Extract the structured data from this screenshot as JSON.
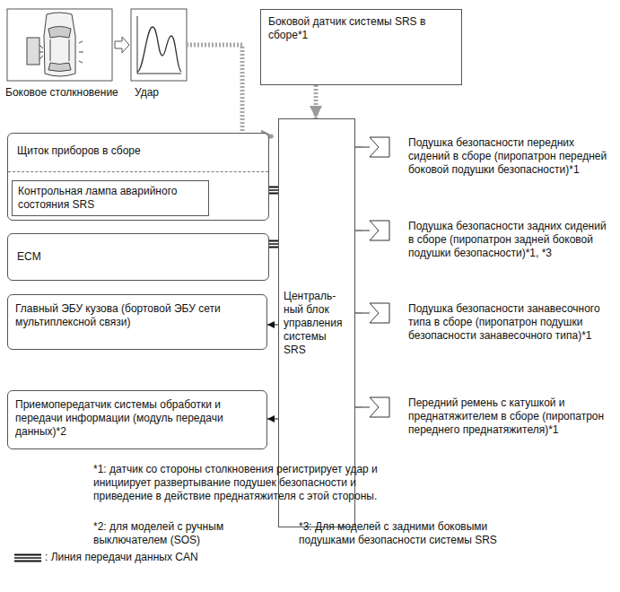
{
  "diagram": {
    "nodes": [
      {
        "text": [
          "Боковой датчик системы SRS в сборе*1"
        ]
      },
      {
        "text": [
          "Щиток приборов в сборе"
        ]
      },
      {
        "text": [
          "Контрольная лампа аварийного состояния SRS"
        ],
        "in": 1
      },
      {
        "text": [
          "ECM"
        ]
      },
      {
        "text": [
          "Централь- ный блок управления системы SRS"
        ]
      },
      {
        "text": [
          "Главный ЭБУ кузова (бортовой ЭБУ сети мультиплексной связи)"
        ]
      },
      {
        "text": [
          "Приемопередатчик системы обработки и передачи информации (модуль передачи данных)*2"
        ]
      },
      {
        "text": [
          "Подушка безопасности передних сидений в сборе (пиропатрон передней боковой подушки безопасности)*1"
        ]
      },
      {
        "text": [
          "Подушка безопасности задних сидений в сборе (пиропатрон задней боковой подушки безопасности)*1, *3"
        ]
      },
      {
        "text": [
          "Подушка безопасности занавесочного типа в сборе (пиропатрон подушки безопасности занавесочного типа)*1"
        ]
      },
      {
        "text": [
          "Передний ремень с катушкой и преднатяжителем в сборе (пиропатрон переднего преднатяжителя)*1"
        ]
      }
    ],
    "edges": [
      {
        "from": 0,
        "to": 4,
        "arrow": "to"
      },
      {
        "from": 1,
        "to": 4,
        "arrow": "none"
      },
      {
        "from": 3,
        "to": 4,
        "arrow": "none"
      },
      {
        "from": 4,
        "to": 5,
        "arrow": "to"
      },
      {
        "from": 4,
        "to": 6,
        "arrow": "to"
      },
      {
        "from": 4,
        "to": 7,
        "arrow": "none"
      },
      {
        "from": 4,
        "to": 8,
        "arrow": "none"
      },
      {
        "from": 4,
        "to": 9,
        "arrow": "none"
      },
      {
        "from": 4,
        "to": 10,
        "arrow": "none"
      }
    ],
    "labels": [
      "Боковое столкновение",
      "Удар",
      "*1: датчик со стороны столкновения регистрирует удар и инициирует развертывание подушек безопасности и приведение в действие преднатяжителя с этой стороны.",
      "*2: для моделей с ручным выключателем (SOS)",
      "*3: Для моделей с задними боковыми подушками безопасности системы SRS"
    ],
    "legend": [
      {
        "text": ": Линия передачи данных CAN"
      }
    ]
  }
}
